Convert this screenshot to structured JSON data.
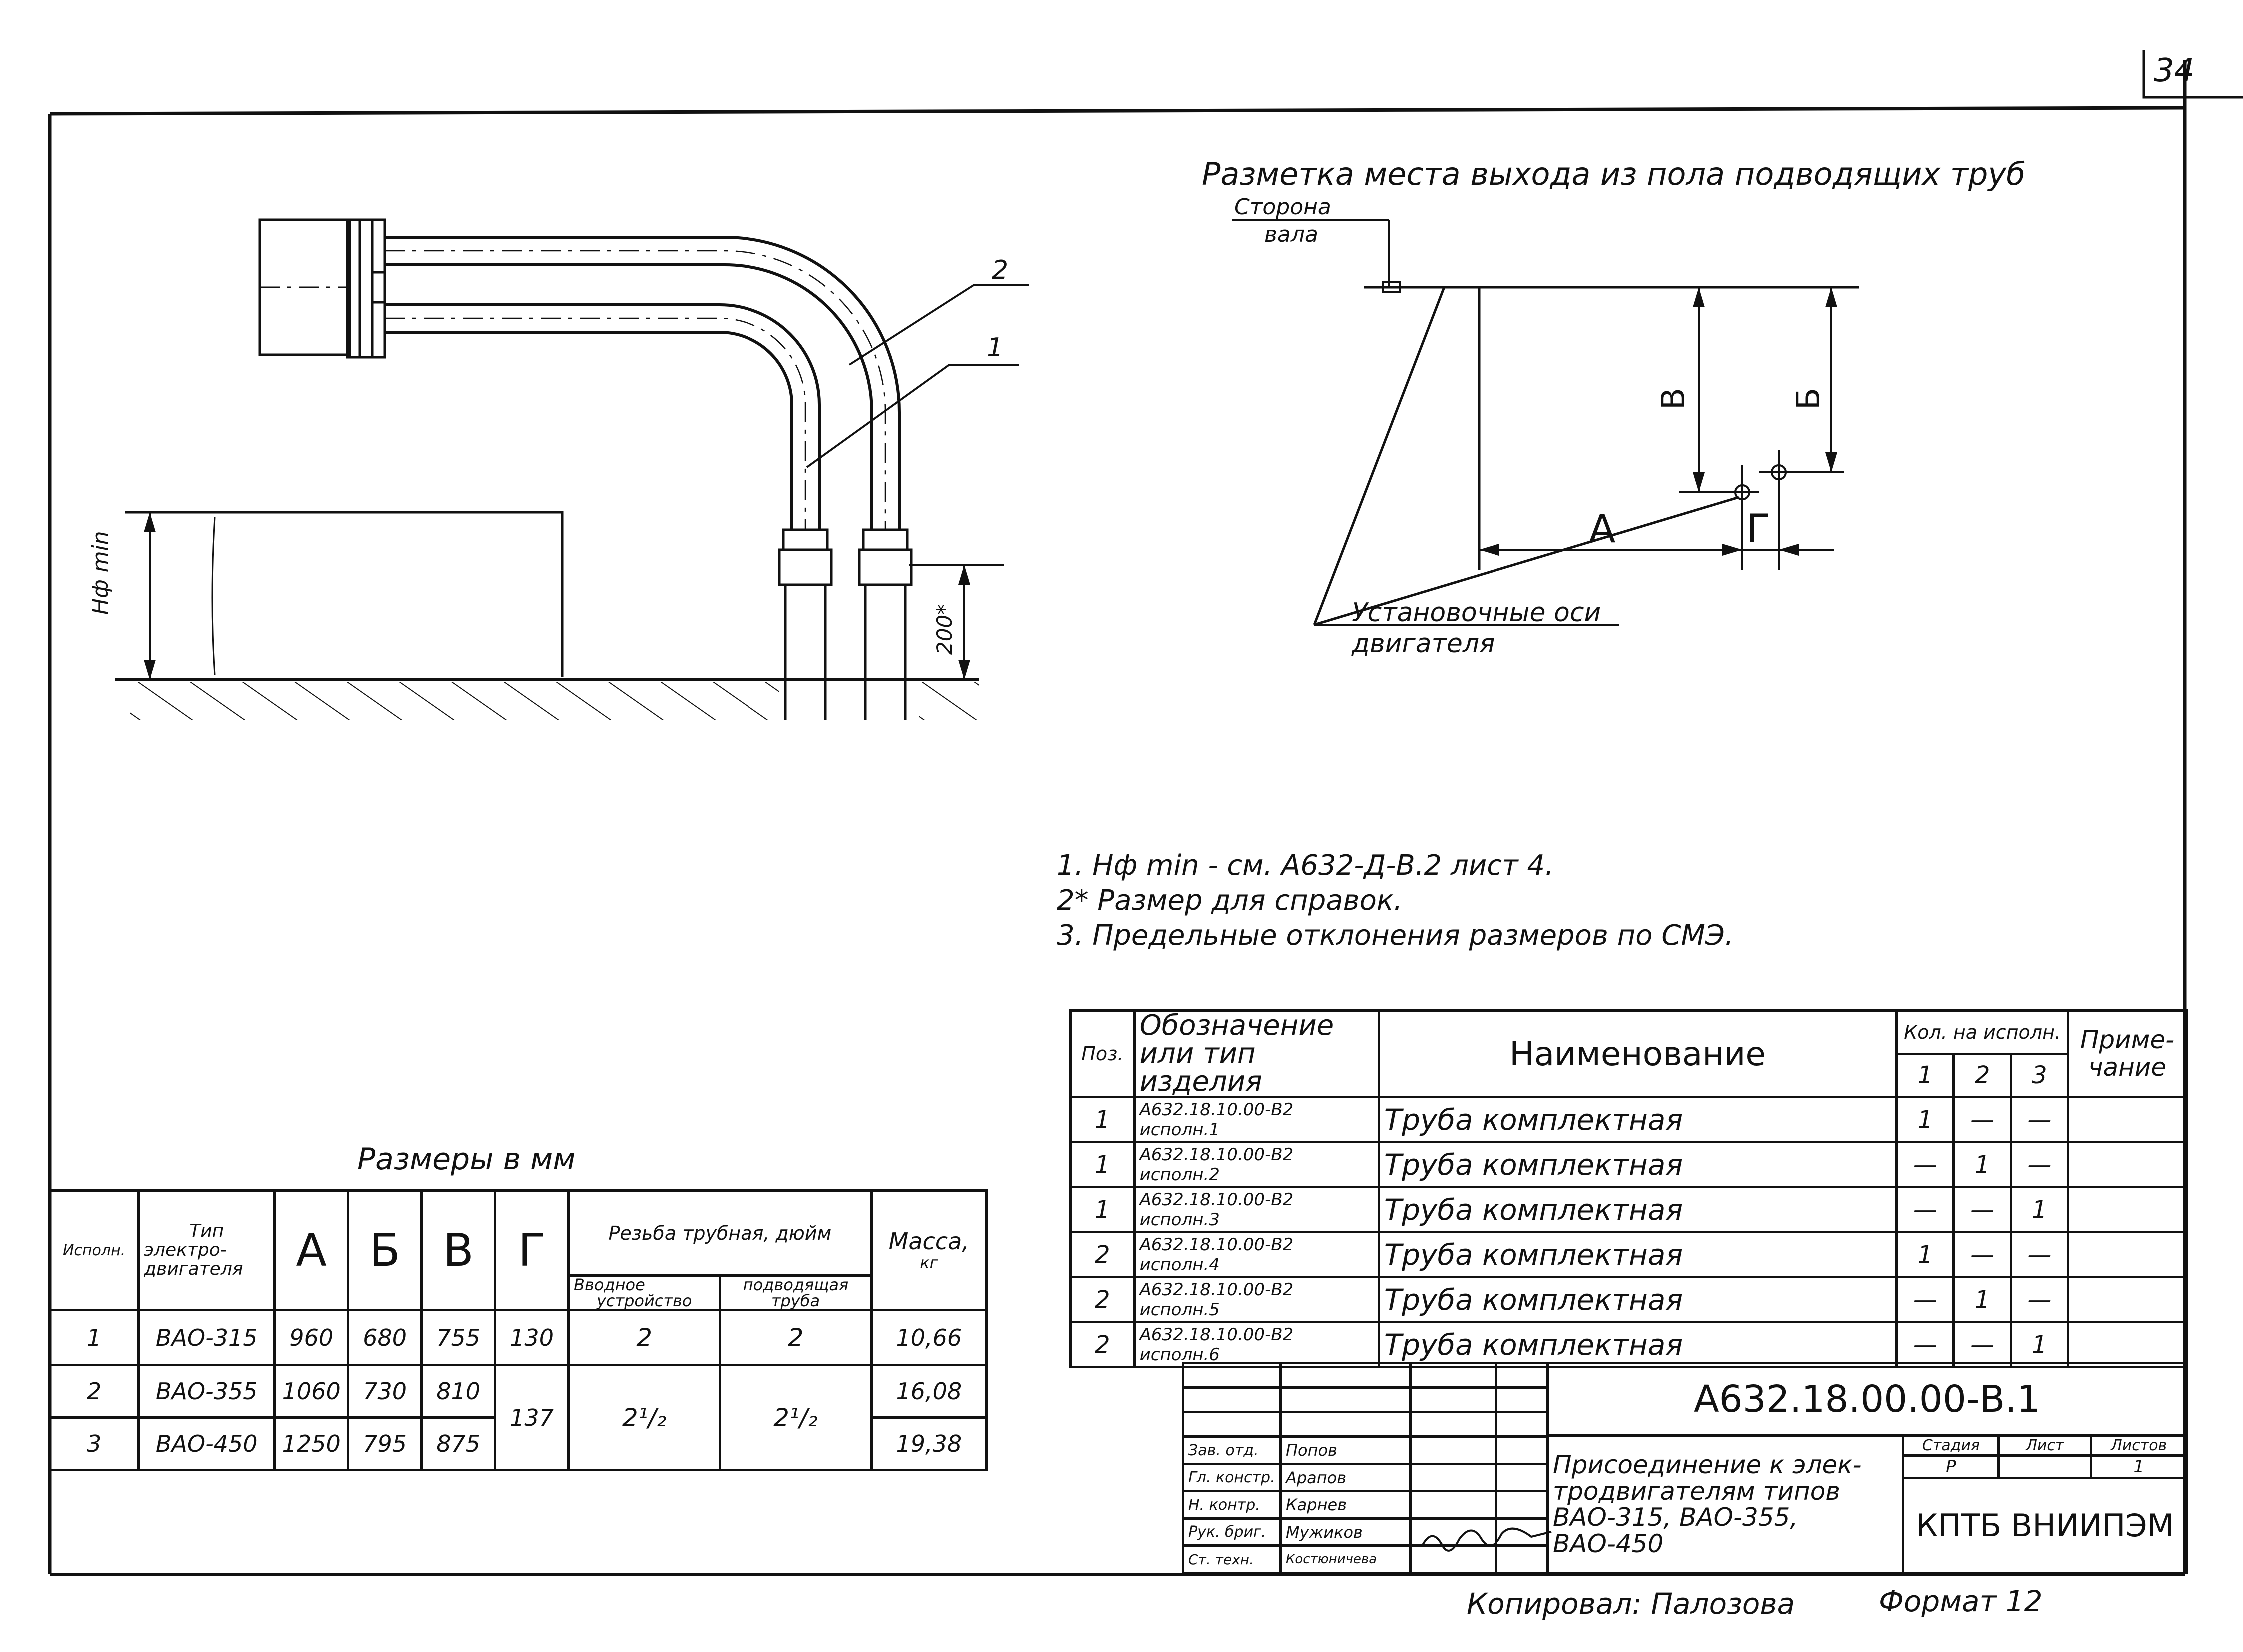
{
  "sheet_number": "34",
  "drawing": {
    "callout_1": "1",
    "callout_2": "2",
    "hf_min_label": "Нф min",
    "dim_200": "200*"
  },
  "marking": {
    "title": "Разметка места выхода из пола подводящих труб",
    "shaft_side": [
      "Сторона",
      "вала"
    ],
    "dim_a": "А",
    "dim_b": "Б",
    "dim_v": "В",
    "dim_g": "Г",
    "motor_axes": [
      "Установочные оси",
      "двигателя"
    ]
  },
  "notes": [
    "1. Нф min - см. А632-Д-В.2 лист 4.",
    "2* Размер для справок.",
    "3. Предельные отклонения размеров по СМЭ."
  ],
  "dimensions_table": {
    "title": "Размеры в мм",
    "headers": {
      "variant": "Исполн.",
      "motor_type": [
        "Тип",
        "электро-",
        "двигателя"
      ],
      "a": "А",
      "b": "Б",
      "v": "В",
      "g": "Г",
      "thread": "Резьба трубная, дюйм",
      "inlet": [
        "Вводное",
        "устройство"
      ],
      "supply": [
        "подводящая",
        "труба"
      ],
      "mass": [
        "Масса,",
        "кг"
      ]
    },
    "rows": [
      {
        "variant": "1",
        "type": "ВАО-315",
        "a": "960",
        "b": "680",
        "v": "755",
        "g": "130",
        "inlet": "2",
        "supply": "2",
        "mass": "10,66"
      },
      {
        "variant": "2",
        "type": "ВАО-355",
        "a": "1060",
        "b": "730",
        "v": "810",
        "g": "137",
        "inlet": "2¹/₂",
        "supply": "2¹/₂",
        "mass": "16,08"
      },
      {
        "variant": "3",
        "type": "ВАО-450",
        "a": "1250",
        "b": "795",
        "v": "875",
        "g": "",
        "inlet": "",
        "supply": "",
        "mass": "19,38"
      }
    ]
  },
  "spec_table": {
    "headers": {
      "pos": "Поз.",
      "designation": [
        "Обозначение",
        "или тип изделия"
      ],
      "name": "Наименование",
      "qty": "Кол. на исполн.",
      "qty_cols": [
        "1",
        "2",
        "3"
      ],
      "note": [
        "Приме-",
        "чание"
      ]
    },
    "rows": [
      {
        "pos": "1",
        "designation": "А632.18.10.00-В2 исполн.1",
        "name": "Труба комплектная",
        "q1": "1",
        "q2": "—",
        "q3": "—"
      },
      {
        "pos": "1",
        "designation": "А632.18.10.00-В2 исполн.2",
        "name": "Труба комплектная",
        "q1": "—",
        "q2": "1",
        "q3": "—"
      },
      {
        "pos": "1",
        "designation": "А632.18.10.00-В2 исполн.3",
        "name": "Труба комплектная",
        "q1": "—",
        "q2": "—",
        "q3": "1"
      },
      {
        "pos": "2",
        "designation": "А632.18.10.00-В2 исполн.4",
        "name": "Труба комплектная",
        "q1": "1",
        "q2": "—",
        "q3": "—"
      },
      {
        "pos": "2",
        "designation": "А632.18.10.00-В2 исполн.5",
        "name": "Труба комплектная",
        "q1": "—",
        "q2": "1",
        "q3": "—"
      },
      {
        "pos": "2",
        "designation": "А632.18.10.00-В2 исполн.6",
        "name": "Труба комплектная",
        "q1": "—",
        "q2": "—",
        "q3": "1"
      }
    ]
  },
  "title_block": {
    "doc_code": "А632.18.00.00-В.1",
    "doc_title": [
      "Присоединение к элек-",
      "тродвигателям типов",
      "ВАО-315, ВАО-355, ВАО-450"
    ],
    "stage_label": "Стадия",
    "sheet_label": "Лист",
    "sheets_label": "Листов",
    "stage": "Р",
    "sheets": "1",
    "org": "КПТБ ВНИИПЭМ",
    "people": [
      {
        "role": "Зав. отд.",
        "name": "Попов"
      },
      {
        "role": "Гл. констр.",
        "name": "Арапов"
      },
      {
        "role": "Н. контр.",
        "name": "Карнев"
      },
      {
        "role": "Рук. бриг.",
        "name": "Мужиков"
      },
      {
        "role": "Ст. техн.",
        "name": "Костюничева"
      }
    ]
  },
  "footer": {
    "copied": "Копировал: Палозова",
    "format": "Формат 12"
  }
}
